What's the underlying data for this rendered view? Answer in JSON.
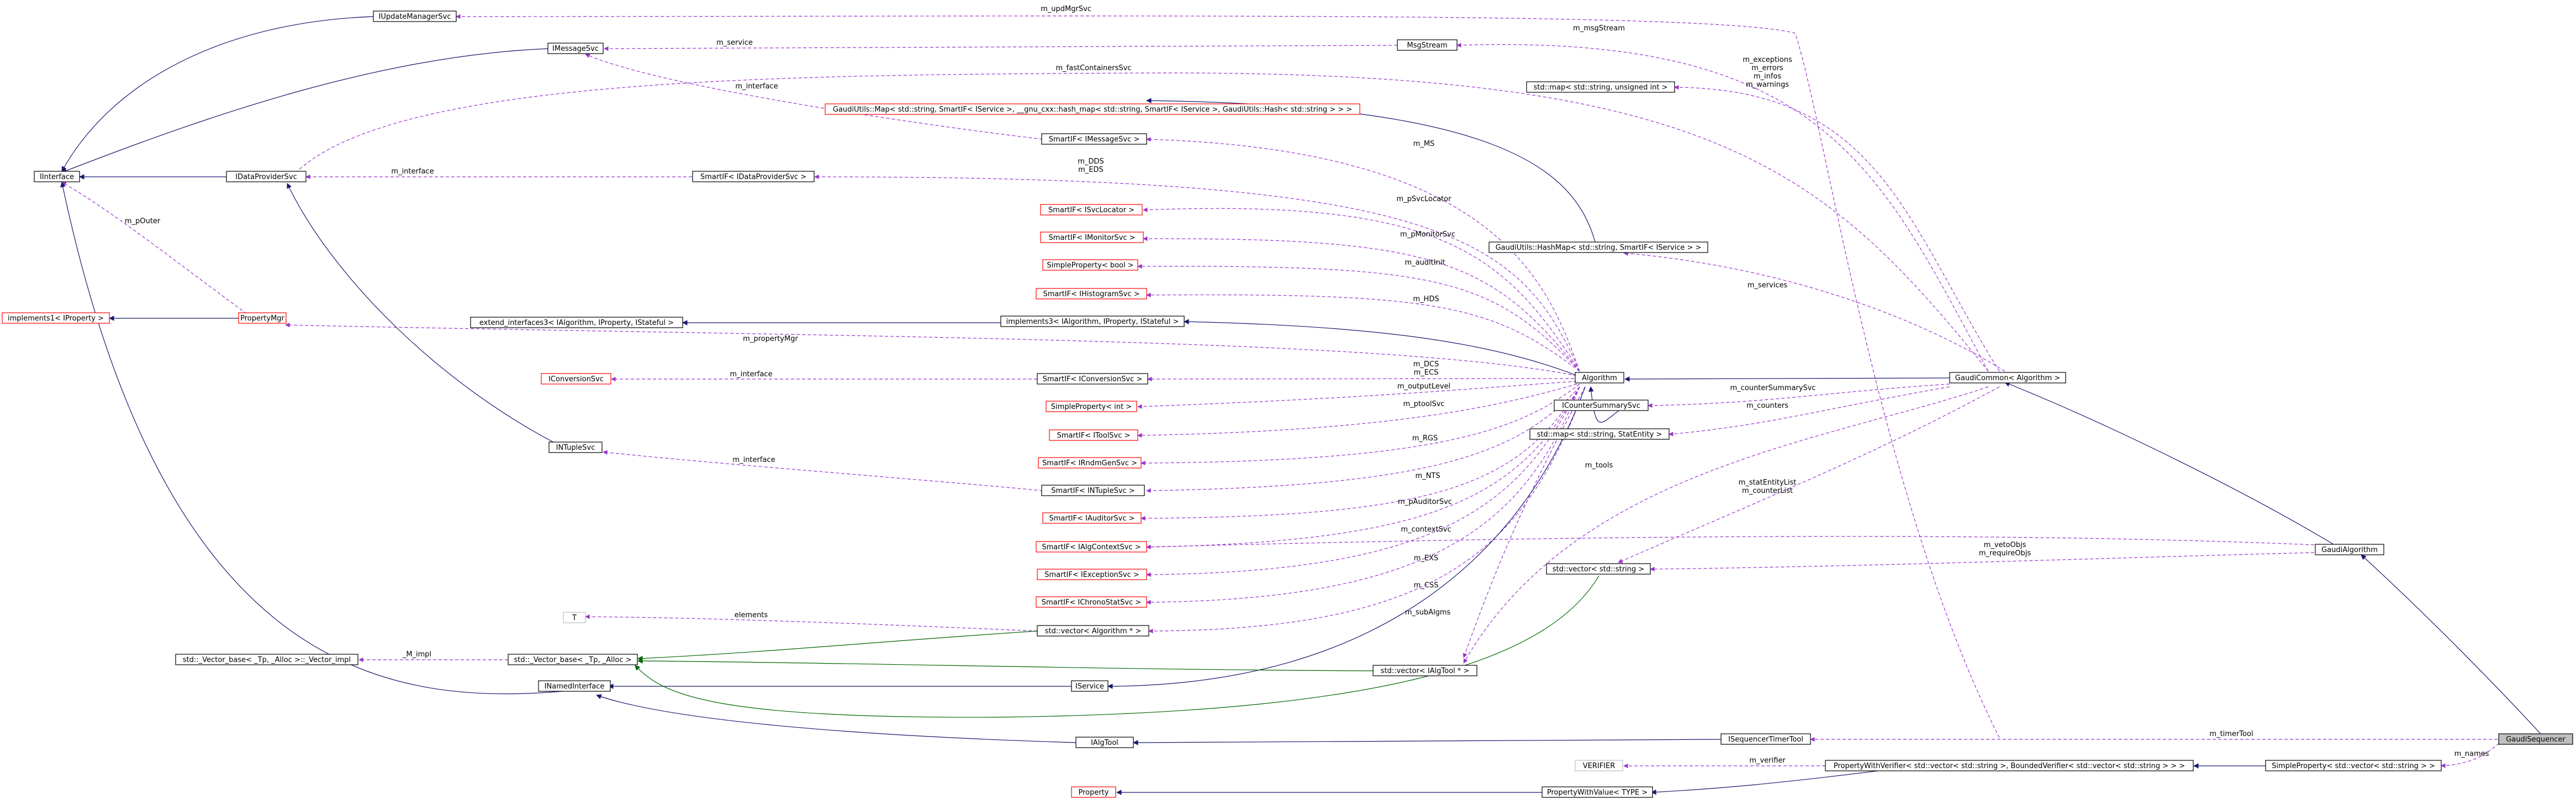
{
  "nodes": [
    {
      "id": "GaudiSequencer",
      "label": "GaudiSequencer",
      "style": "hl"
    },
    {
      "id": "SimplePropVec",
      "label": "SimpleProperty< std::vector< std::string > >",
      "style": "black"
    },
    {
      "id": "ISequencerTimerTool",
      "label": "ISequencerTimerTool",
      "style": "black"
    },
    {
      "id": "IAlgTool",
      "label": "IAlgTool",
      "style": "black"
    },
    {
      "id": "INamedInterface",
      "label": "INamedInterface",
      "style": "black"
    },
    {
      "id": "IInterface",
      "label": "IInterface",
      "style": "black"
    },
    {
      "id": "PWVerifier",
      "label": "PropertyWithVerifier< std::vector< std::string >, BoundedVerifier< std::vector< std::string > > >",
      "style": "black"
    },
    {
      "id": "PropertyWithValue",
      "label": "PropertyWithValue< TYPE >",
      "style": "black"
    },
    {
      "id": "Property",
      "label": "Property",
      "style": "red"
    },
    {
      "id": "VERIFIER",
      "label": "VERIFIER",
      "style": "grey"
    },
    {
      "id": "GaudiAlgorithm",
      "label": "GaudiAlgorithm",
      "style": "black"
    },
    {
      "id": "GaudiCommon",
      "label": "GaudiCommon< Algorithm >",
      "style": "black"
    },
    {
      "id": "Algorithm",
      "label": "Algorithm",
      "style": "black"
    },
    {
      "id": "IUpdateManagerSvc",
      "label": "IUpdateManagerSvc",
      "style": "black"
    },
    {
      "id": "IMessageSvc",
      "label": "IMessageSvc",
      "style": "black"
    },
    {
      "id": "MsgStream",
      "label": "MsgStream",
      "style": "black"
    },
    {
      "id": "MapUInt",
      "label": "std::map< std::string, unsigned int >",
      "style": "black"
    },
    {
      "id": "GaudiUtilsMap",
      "label": "GaudiUtils::Map< std::string, SmartIF< IService >, __gnu_cxx::hash_map< std::string, SmartIF< IService >, GaudiUtils::Hash< std::string > > >",
      "style": "red"
    },
    {
      "id": "SmartIFMsg",
      "label": "SmartIF< IMessageSvc >",
      "style": "black"
    },
    {
      "id": "IDataProviderSvc",
      "label": "IDataProviderSvc",
      "style": "black"
    },
    {
      "id": "SmartIFDP",
      "label": "SmartIF< IDataProviderSvc >",
      "style": "black"
    },
    {
      "id": "SmartIFSvcLoc",
      "label": "SmartIF< ISvcLocator >",
      "style": "red"
    },
    {
      "id": "SmartIFMon",
      "label": "SmartIF< IMonitorSvc >",
      "style": "red"
    },
    {
      "id": "SimplePropBool",
      "label": "SimpleProperty< bool >",
      "style": "red"
    },
    {
      "id": "HashMap",
      "label": "GaudiUtils::HashMap< std::string, SmartIF< IService > >",
      "style": "black"
    },
    {
      "id": "SmartIFHist",
      "label": "SmartIF< IHistogramSvc >",
      "style": "red"
    },
    {
      "id": "implementsProp",
      "label": "implements1< IProperty >",
      "style": "red"
    },
    {
      "id": "PropertyMgr",
      "label": "PropertyMgr",
      "style": "red"
    },
    {
      "id": "extendInterfaces",
      "label": "extend_interfaces3< IAlgorithm, IProperty, IStateful >",
      "style": "black"
    },
    {
      "id": "implements3",
      "label": "implements3< IAlgorithm, IProperty, IStateful >",
      "style": "black"
    },
    {
      "id": "IConversionSvc",
      "label": "IConversionSvc",
      "style": "red"
    },
    {
      "id": "SmartIFConv",
      "label": "SmartIF< IConversionSvc >",
      "style": "black"
    },
    {
      "id": "ICounterSummarySvc",
      "label": "ICounterSummarySvc",
      "style": "black"
    },
    {
      "id": "SimplePropInt",
      "label": "SimpleProperty< int >",
      "style": "red"
    },
    {
      "id": "SmartIFTool",
      "label": "SmartIF< IToolSvc >",
      "style": "red"
    },
    {
      "id": "MapStatEntity",
      "label": "std::map< std::string, StatEntity >",
      "style": "black"
    },
    {
      "id": "INTupleSvc",
      "label": "INTupleSvc",
      "style": "black"
    },
    {
      "id": "SmartIFRnd",
      "label": "SmartIF< IRndmGenSvc >",
      "style": "red"
    },
    {
      "id": "SmartIFNT",
      "label": "SmartIF< INTupleSvc >",
      "style": "black"
    },
    {
      "id": "SmartIFAud",
      "label": "SmartIF< IAuditorSvc >",
      "style": "red"
    },
    {
      "id": "SmartIFCtx",
      "label": "SmartIF< IAlgContextSvc >",
      "style": "red"
    },
    {
      "id": "SmartIFExc",
      "label": "SmartIF< IExceptionSvc >",
      "style": "red"
    },
    {
      "id": "SmartIFChrono",
      "label": "SmartIF< IChronoStatSvc >",
      "style": "red"
    },
    {
      "id": "VecString",
      "label": "std::vector< std::string >",
      "style": "black"
    },
    {
      "id": "T",
      "label": "T",
      "style": "grey"
    },
    {
      "id": "VecAlg",
      "label": "std::vector< Algorithm * >",
      "style": "black"
    },
    {
      "id": "VecBase",
      "label": "std::_Vector_base< _Tp, _Alloc >",
      "style": "black"
    },
    {
      "id": "VecBaseImpl",
      "label": "std::_Vector_base< _Tp, _Alloc >::_Vector_impl",
      "style": "black"
    },
    {
      "id": "IService",
      "label": "IService",
      "style": "black"
    },
    {
      "id": "VecAlgTool",
      "label": "std::vector< IAlgTool * >",
      "style": "black"
    }
  ],
  "edges": [
    {
      "label": "m_updMgrSvc"
    },
    {
      "label": "m_msgStream"
    },
    {
      "label": "m_service"
    },
    {
      "label": "m_exceptions\nm_errors\nm_infos\nm_warnings"
    },
    {
      "label": "m_fastContainersSvc"
    },
    {
      "label": "m_interface"
    },
    {
      "label": "m_interface"
    },
    {
      "label": "m_pOuter"
    },
    {
      "label": "m_MS"
    },
    {
      "label": "m_DDS\nm_EDS"
    },
    {
      "label": "m_pSvcLocator"
    },
    {
      "label": "m_pMonitorSvc"
    },
    {
      "label": "m_auditInit"
    },
    {
      "label": "m_services"
    },
    {
      "label": "m_HDS"
    },
    {
      "label": "m_propertyMgr"
    },
    {
      "label": "m_interface"
    },
    {
      "label": "m_DCS\nm_ECS"
    },
    {
      "label": "m_outputLevel"
    },
    {
      "label": "m_counterSummarySvc"
    },
    {
      "label": "m_ptoolSvc"
    },
    {
      "label": "m_counters"
    },
    {
      "label": "m_RGS"
    },
    {
      "label": "m_interface"
    },
    {
      "label": "m_tools"
    },
    {
      "label": "m_NTS"
    },
    {
      "label": "m_statEntityList\nm_counterList"
    },
    {
      "label": "m_pAuditorSvc"
    },
    {
      "label": "m_contextSvc"
    },
    {
      "label": "m_vetoObjs\nm_requireObjs"
    },
    {
      "label": "m_EXS"
    },
    {
      "label": "m_CSS"
    },
    {
      "label": "elements"
    },
    {
      "label": "m_subAlgms"
    },
    {
      "label": "_M_impl"
    },
    {
      "label": "m_timerTool"
    },
    {
      "label": "m_names"
    },
    {
      "label": "m_verifier"
    }
  ]
}
